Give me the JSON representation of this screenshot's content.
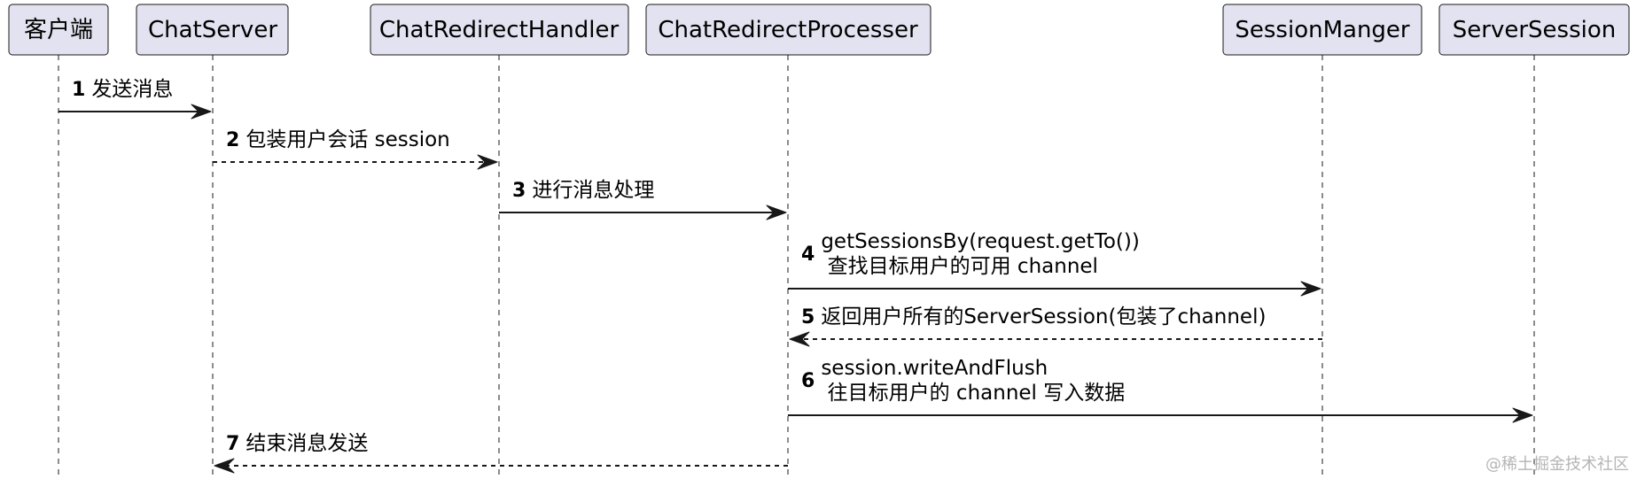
{
  "participants": [
    {
      "label": "客户端"
    },
    {
      "label": "ChatServer"
    },
    {
      "label": "ChatRedirectHandler"
    },
    {
      "label": "ChatRedirectProcesser"
    },
    {
      "label": "SessionManger"
    },
    {
      "label": "ServerSession"
    }
  ],
  "messages": [
    {
      "num": "1",
      "lines": [
        "发送消息"
      ],
      "from": 0,
      "to": 1,
      "style": "solid"
    },
    {
      "num": "2",
      "lines": [
        "包装用户会话 session"
      ],
      "from": 1,
      "to": 2,
      "style": "dashed"
    },
    {
      "num": "3",
      "lines": [
        "进行消息处理"
      ],
      "from": 2,
      "to": 3,
      "style": "solid"
    },
    {
      "num": "4",
      "lines": [
        "getSessionsBy(request.getTo())",
        " 查找目标用户的可用 channel"
      ],
      "from": 3,
      "to": 4,
      "style": "solid"
    },
    {
      "num": "5",
      "lines": [
        "返回用户所有的ServerSession(包装了channel)"
      ],
      "from": 4,
      "to": 3,
      "style": "dashed"
    },
    {
      "num": "6",
      "lines": [
        "session.writeAndFlush",
        " 往目标用户的 channel 写入数据"
      ],
      "from": 3,
      "to": 5,
      "style": "solid"
    },
    {
      "num": "7",
      "lines": [
        "结束消息发送"
      ],
      "from": 3,
      "to": 1,
      "style": "dashed"
    }
  ],
  "watermark": "@稀土掘金技术社区"
}
